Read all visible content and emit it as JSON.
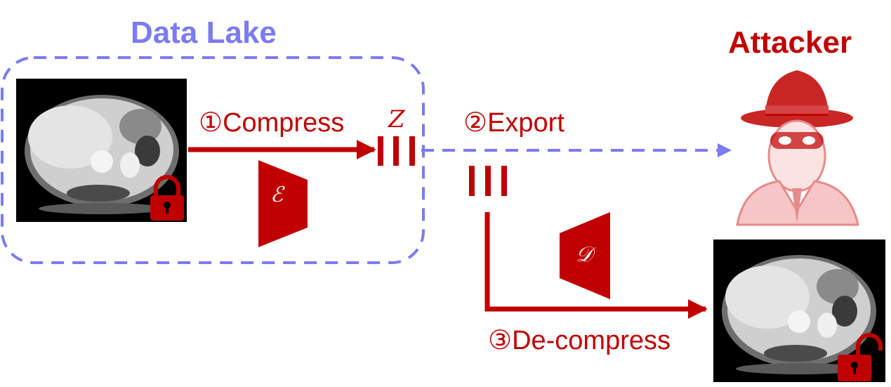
{
  "colors": {
    "accent_red": "#c00000",
    "lake_blue": "#7b7bf2",
    "attacker_pink": "#e88a8a"
  },
  "data_lake": {
    "label": "Data Lake"
  },
  "attacker": {
    "label": "Attacker"
  },
  "steps": {
    "compress": "①Compress",
    "export": "②Export",
    "decompress": "③De-compress"
  },
  "symbols": {
    "latent": "Z",
    "encoder": "ℰ",
    "decoder": "𝒟"
  },
  "icons": {
    "source_image": "ct-scan-image-icon",
    "locked": "lock-closed-icon",
    "unlocked": "lock-open-icon",
    "attacker": "spy-attacker-icon"
  }
}
